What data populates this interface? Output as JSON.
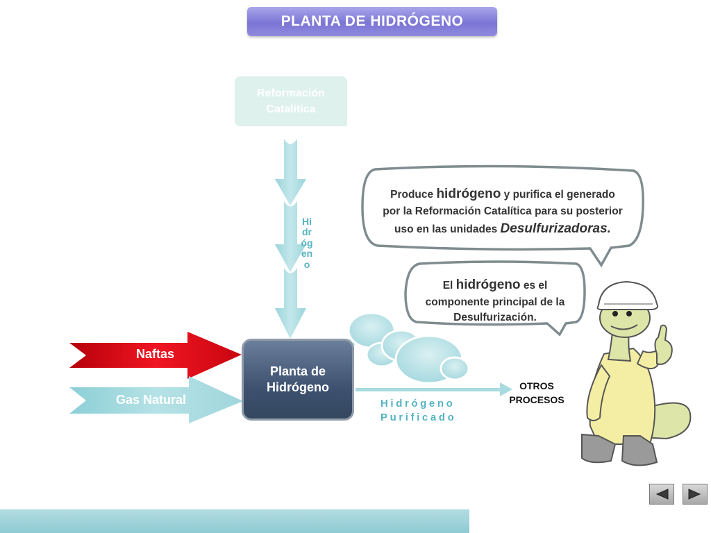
{
  "title": "PLANTA DE HIDRÓGENO",
  "reformacion": {
    "line1": "Reformación",
    "line2": "Catalítica"
  },
  "vertical_label": "Hidrógeno",
  "planta": {
    "line1": "Planta de",
    "line2": "Hidrógeno"
  },
  "inputs": {
    "naftas": "Naftas",
    "gas_natural": "Gas Natural"
  },
  "output": {
    "line1": "Hidrógeno",
    "line2": "Purificado",
    "otros_line1": "OTROS",
    "otros_line2": "PROCESOS"
  },
  "bubble1": {
    "p1": "Produce ",
    "b1": "hidrógeno",
    "p2": " y purifica el generado",
    "line2": "por la Reformación Catalítica para su posterior",
    "p3": "uso en las unidades ",
    "b2": "Desulfurizadoras."
  },
  "bubble2": {
    "p1": "El ",
    "b1": "hidrógeno",
    "p2": " es el",
    "line2": "componente principal de la",
    "line3": "Desulfurización."
  },
  "colors": {
    "banner": "#7b75d4",
    "teal_arrow": "#a8dbe0",
    "red_arrow": "#e8101c",
    "planta_box": "#3e5271",
    "label_teal": "#55b3c1"
  },
  "icons": {
    "prev": "triangle-left-icon",
    "next": "triangle-right-icon"
  }
}
